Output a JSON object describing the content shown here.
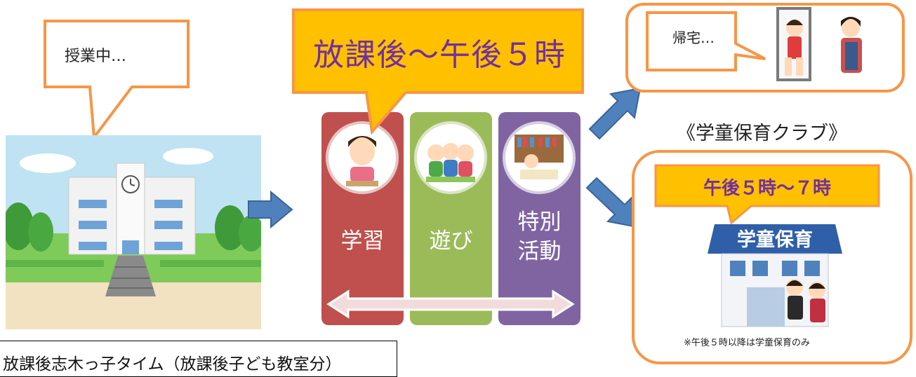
{
  "bubbles": {
    "in_class": "授業中…",
    "after_school": "放課後～午後５時",
    "going_home": "帰宅…",
    "after_5": "午後５時～７時"
  },
  "columns": [
    {
      "label": "学習",
      "color": "#c0504d"
    },
    {
      "label": "遊び",
      "color": "#9bbb59"
    },
    {
      "label": "特別\n活動",
      "color": "#8064a2"
    }
  ],
  "club_title": "《学童保育クラブ》",
  "building_sign": "学童保育",
  "footnote": "※午後５時以降は学童保育のみ",
  "bottom_caption": "放課後志木っ子タイム（放課後子ども教室分）",
  "colors": {
    "bubble_border": "#f79646",
    "arrow_blue": "#4f81bd",
    "highlight_orange": "#ffc000"
  }
}
